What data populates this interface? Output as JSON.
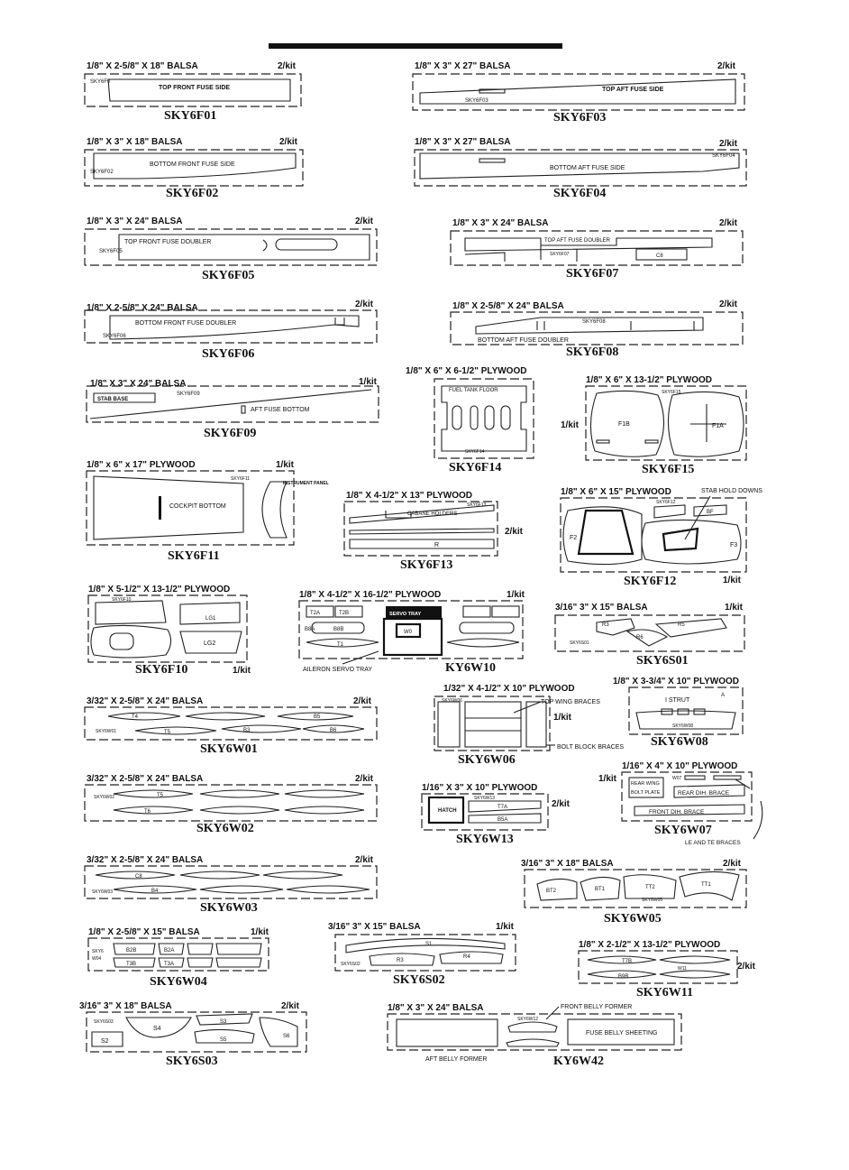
{
  "sheets": {
    "f01": {
      "header": "1/8\" X 2-5/8\" X 18\" BALSA",
      "qty": "2/kit",
      "code": "SKY6F0",
      "label": "TOP FRONT FUSE SIDE",
      "caption": "SKY6F01"
    },
    "f03": {
      "header": "1/8\" X 3\" X 27\" BALSA",
      "qty": "2/kit",
      "code": "SKY6F03",
      "label": "TOP AFT FUSE SIDE",
      "caption": "SKY6F03"
    },
    "f02": {
      "header": "1/8\" X 3\" X 18\" BALSA",
      "qty": "2/kit",
      "code": "SKY6F02",
      "label": "BOTTOM FRONT FUSE SIDE",
      "caption": "SKY6F02"
    },
    "f04": {
      "header": "1/8\" X 3\" X 27\" BALSA",
      "qty": "2/kit",
      "code": "SKY6F04",
      "label": "BOTTOM AFT FUSE SIDE",
      "caption": "SKY6F04"
    },
    "f05": {
      "header": "1/8\" X 3\" X 24\" BALSA",
      "qty": "2/kit",
      "code": "SKY6F05",
      "label": "TOP FRONT FUSE DOUBLER",
      "caption": "SKY6F05"
    },
    "f07": {
      "header": "1/8\" X 3\" X 24\" BALSA",
      "qty": "2/kit",
      "code": "SKY6F07",
      "label": "TOP AFT FUSE DOUBLER",
      "part": "C8",
      "caption": "SKY6F07"
    },
    "f06": {
      "header": "1/8\" X 2-5/8\" X 24\" BALSA",
      "qty": "2/kit",
      "code": "SKY6F06",
      "label": "BOTTOM FRONT FUSE DOUBLER",
      "caption": "SKY6F06"
    },
    "f08": {
      "header": "1/8\" X 2-5/8\" X 24\" BALSA",
      "qty": "2/kit",
      "code": "SKY6F08",
      "label": "BOTTOM AFT FUSE DOUBLER",
      "caption": "SKY6F08"
    },
    "f09": {
      "header": "1/8\" X 3\" X 24\" BALSA",
      "qty": "1/kit",
      "code": "SKY6F09",
      "label": "AFT FUSE BOTTOM",
      "part": "STAB BASE",
      "caption": "SKY6F09"
    },
    "f14": {
      "header": "1/8\" X 6\" X 6-1/2\" PLYWOOD",
      "code": "SKY6F14",
      "label": "FUEL TANK FLOOR",
      "caption": "SKY6F14"
    },
    "f15": {
      "header": "1/8\" X 6\" X 13-1/2\" PLYWOOD",
      "qty": "1/kit",
      "code": "SKY6F15",
      "part_b": "F1B",
      "part_a": "F1A",
      "caption": "SKY6F15"
    },
    "f11": {
      "header": "1/8\" x 6\" x 17\" PLYWOOD",
      "qty": "1/kit",
      "code": "SKY6F11",
      "label": "COCKPIT BOTTOM",
      "label2": "INSTRUMENT PANEL",
      "caption": "SKY6F11"
    },
    "f13": {
      "header": "1/8\" X 4-1/2\" X 13\" PLYWOOD",
      "qty": "2/kit",
      "code": "SKY6F13",
      "label": "CABANE HOLDERS",
      "part": "R",
      "caption": "SKY6F13"
    },
    "f12": {
      "header": "1/8\" X 6\" X 15\" PLYWOOD",
      "qty": "1/kit",
      "code": "SKY6F12",
      "note": "STAB HOLD DOWNS",
      "p1": "F2",
      "p2": "F3",
      "p3": "BF",
      "caption": "SKY6F12"
    },
    "f10": {
      "header": "1/8\" X 5-1/2\" X 13-1/2\" PLYWOOD",
      "qty": "1/kit",
      "code": "SKY6F10",
      "p1": "LG1",
      "p2": "LG2",
      "caption": "SKY6F10"
    },
    "w10": {
      "header": "1/8\" X 4-1/2\" X 16-1/2\" PLYWOOD",
      "qty": "1/kit",
      "note": "AILERON SERVO TRAY",
      "p1": "T2A",
      "p2": "T2B",
      "p3": "SERVO TRAY",
      "p4": "B8A",
      "p5": "B8B",
      "p6": "W0",
      "p7": "T1",
      "caption": "KY6W10"
    },
    "s01": {
      "header": "3/16\"    3\" X 15\" BALSA",
      "qty": "1/kit",
      "code": "SKY6S01",
      "p1": "R3",
      "p2": "R5",
      "p3": "R6",
      "caption": "SKY6S01"
    },
    "w01": {
      "header": "3/32\" X 2-5/8\" X 24\" BALSA",
      "qty": "2/kit",
      "code": "SKY6W01",
      "p1": "T4",
      "p2": "T5",
      "p3": "B3",
      "p4": "B5",
      "p5": "B6",
      "caption": "SKY6W01"
    },
    "w06": {
      "header": "1/32\" X 4-1/2\" X 10\" PLYWOOD",
      "qty": "1/kit",
      "code": "SKY6W06",
      "note1": "TOP WING BRACES",
      "note2": "BOLT BLOCK BRACES",
      "caption": "SKY6W06"
    },
    "w08": {
      "header": "1/8\" X 3-3/4\" X 10\" PLYWOOD",
      "code": "SKY6W08",
      "label": "I STRUT",
      "part": "A",
      "caption": "SKY6W08"
    },
    "w02": {
      "header": "3/32\" X 2-5/8\" X 24\" BALSA",
      "qty": "2/kit",
      "code": "SKY6W02",
      "p1": "T5",
      "p2": "T6",
      "caption": "SKY6W02"
    },
    "w13": {
      "header": "1/16\" X 3\" X 10\" PLYWOOD",
      "qty": "2/kit",
      "code": "SKY6W13",
      "p1": "HATCH",
      "p2": "T7A",
      "p3": "B5A",
      "caption": "SKY6W13"
    },
    "w07": {
      "header": "1/16\" X 4\" X 10\" PLYWOOD",
      "qty": "1/kit",
      "code": "W07",
      "l1": "REAR WING",
      "l2": "BOLT PLATE",
      "l3": "REAR DIH. BRACE",
      "l4": "FRONT DIH. BRACE",
      "note": "LE AND TE BRACES",
      "caption": "SKY6W07"
    },
    "w03": {
      "header": "3/32\" X 2-5/8\" X 24\" BALSA",
      "qty": "2/kit",
      "code": "SKY6W03",
      "p1": "C8",
      "p2": "B4",
      "caption": "SKY6W03"
    },
    "w05": {
      "header": "3/16\"    3\" X 18\" BALSA",
      "qty": "2/kit",
      "code": "SKY6W05",
      "p1": "BT2",
      "p2": "BT1",
      "p3": "TT2",
      "p4": "TT1",
      "caption": "SKY6W05"
    },
    "w04": {
      "header": "1/8\" X 2-5/8\" X 15\" BALSA",
      "qty": "1/kit",
      "code1": "SKY6",
      "code2": "W04",
      "p1": "B2B",
      "p2": "B2A",
      "p3": "T3B",
      "p4": "T3A",
      "caption": "SKY6W04"
    },
    "s02": {
      "header": "3/16\"    3\" X 15\" BALSA",
      "qty": "1/kit",
      "code": "SKY6S02",
      "p1": "S1",
      "p2": "R3",
      "p3": "R4",
      "caption": "SKY6S02"
    },
    "w11": {
      "header": "1/8\" X 2-1/2\" X 13-1/2\" PLYWOOD",
      "qty": "2/kit",
      "p1": "T7B",
      "p2": "B9B",
      "p3": "W11",
      "caption": "SKY6W11"
    },
    "s03": {
      "header": "3/16\"    3\" X 18\" BALSA",
      "qty": "2/kit",
      "code": "SKY6S03",
      "p1": "S4",
      "p2": "S3",
      "p3": "S5",
      "p4": "S2",
      "p5": "S6",
      "caption": "SKY6S03"
    },
    "w42": {
      "header": "1/8\" X 3\" X 24\" BALSA",
      "code": "SKY6W12",
      "l1": "FRONT BELLY FORMER",
      "l2": "FUSE BELLY SHEETING",
      "l3": "AFT BELLY FORMER",
      "caption": "KY6W42"
    }
  }
}
